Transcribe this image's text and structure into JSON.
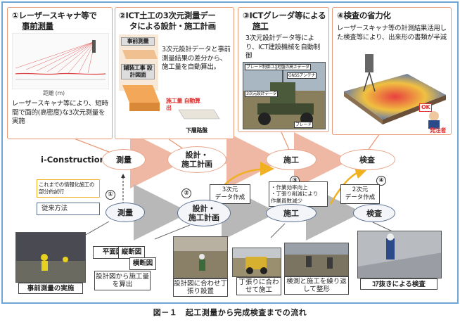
{
  "callouts": {
    "c1": {
      "num": "①",
      "title_line1": "レーザースキャナ等で",
      "title_line2": "事前測量",
      "graph_label": "距離 (m)",
      "text": "レーザースキャナ等により、短時間で面的(高密度)な3次元測量を実施"
    },
    "c2": {
      "num": "②",
      "title_line1": "ICT土工の3次元測量デー",
      "title_line2": "タによる設計・施工計画",
      "tag_survey": "事前測量",
      "tag_design": "鋪装工事 設計図面",
      "text": "3次元設計データと事前測量結果の差分から、施工量を自動算出。",
      "calc_label": "施工量 自動算出",
      "lower_label": "下層路盤"
    },
    "c3": {
      "num": "③",
      "title_line1": "ICTグレーダ等による",
      "title_line2": "施工",
      "text": "3次元設計データ等により、ICT建設機械を自動制御",
      "photo_tags": [
        "ブレード制御ユニット",
        "地盤の高さデータ",
        "GNSSアンテナ",
        "3次元設計データ",
        "ブレード"
      ]
    },
    "c4": {
      "num": "④",
      "title_line1": "検査の省力化",
      "text": "レーザースキャナ等の計測結果活用した検査等により、出来形の書類が半減",
      "ok_label": "OK",
      "client_label": "発注者"
    }
  },
  "flow": {
    "i_construction": "i-Construction",
    "top": [
      "測量",
      "設計・\n施工計画",
      "施工",
      "検査"
    ],
    "bottom": [
      "測量",
      "設計・\n施工計画",
      "施工",
      "検査"
    ],
    "legend_partial": "これまでの情報化施工の部分的試行",
    "legend_conventional": "従来方法",
    "note_3d": "3次元\nデータ作成",
    "note_2d": "2次元\nデータ作成",
    "note_effect": "・作業効率向上\n・丁張り削減により\n作業員数減少",
    "circled": [
      "①",
      "②",
      "③",
      "④"
    ]
  },
  "photos": {
    "survey": "事前測量の実施",
    "drawings": {
      "plan": "平面図",
      "profile": "縦断図",
      "cross": "横断図",
      "caption": "設計図から施工量を算出"
    },
    "staking": "設計図に合わせ丁張り設置",
    "construct": "丁張りに合わせて施工",
    "inspect_repeat": "検測と施工を繰り返して整形",
    "core": "ｺｱ抜きによる検査"
  },
  "caption": "図－１　起工測量から完成検査までの流れ",
  "colors": {
    "border_blue": "#6fa6d6",
    "orange": "#e8a58a",
    "arrow_gray": "#c4c4c4",
    "yellow": "#f0b020",
    "navy": "#3a4a6a"
  }
}
